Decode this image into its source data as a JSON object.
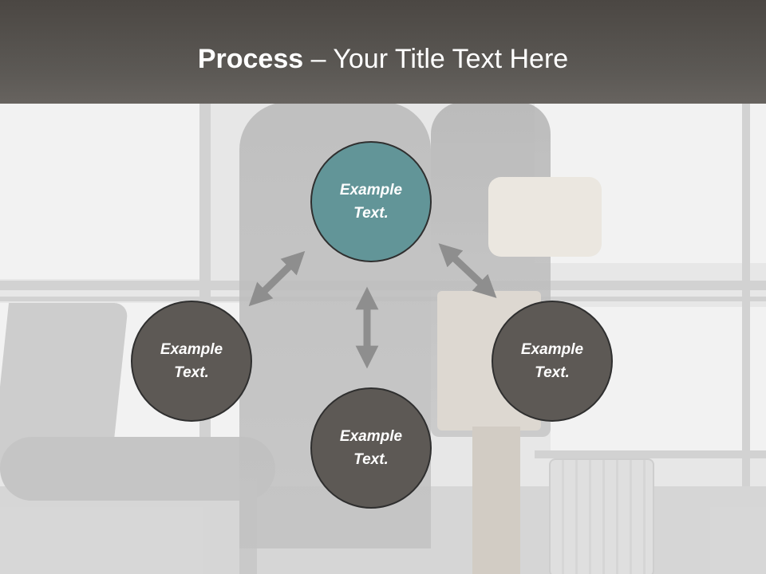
{
  "slide": {
    "title_bold": "Process",
    "title_rest": " – Your Title Text Here"
  },
  "colors": {
    "title_band": "#56524e",
    "top_node_fill": "#629598",
    "node_fill": "#5d5955",
    "arrow": "#8e8e8e"
  },
  "diagram": {
    "top": {
      "text": "Example\nText."
    },
    "left": {
      "text": "Example\nText."
    },
    "right": {
      "text": "Example\nText."
    },
    "bottom": {
      "text": "Example\nText."
    }
  }
}
